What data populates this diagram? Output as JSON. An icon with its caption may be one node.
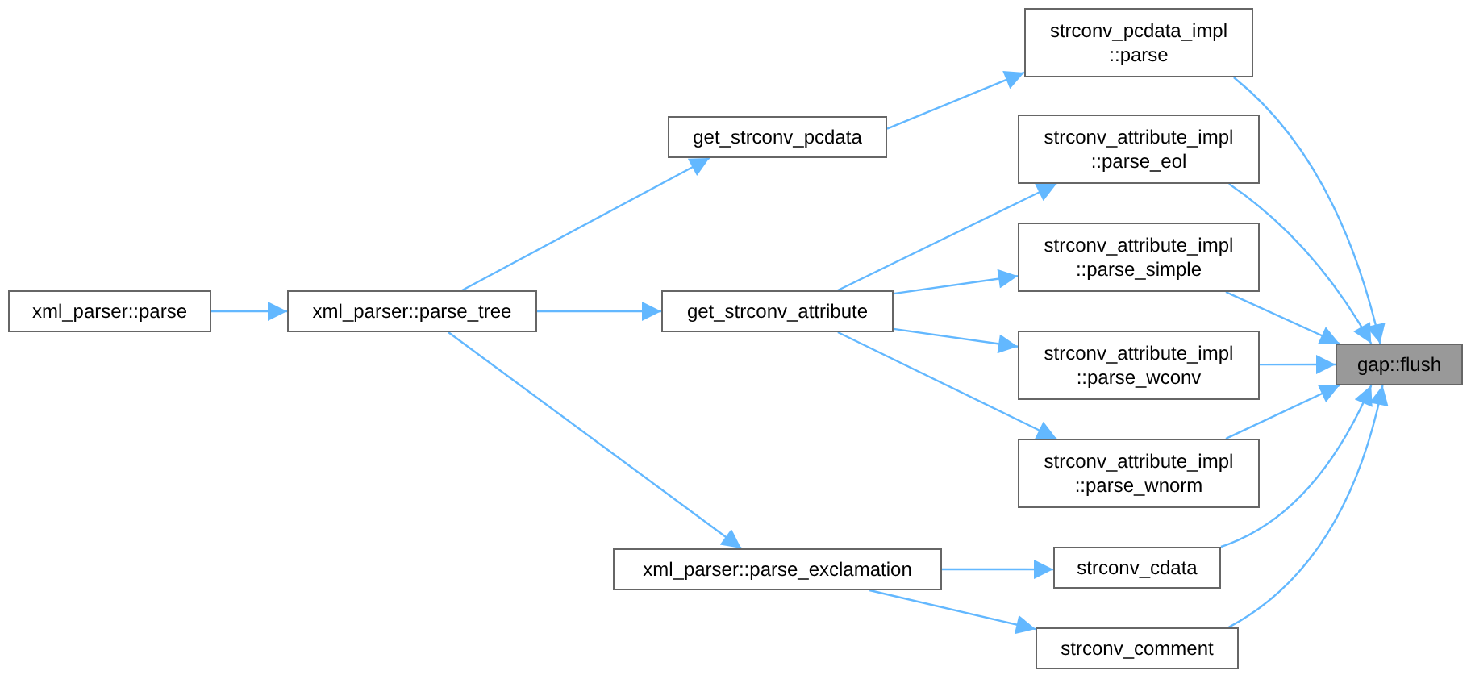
{
  "diagram": {
    "nodes": [
      {
        "text": [
          "xml_parser::parse"
        ]
      },
      {
        "text": [
          "xml_parser::parse_tree"
        ]
      },
      {
        "text": [
          "get_strconv_pcdata"
        ]
      },
      {
        "text": [
          "get_strconv_attribute"
        ]
      },
      {
        "text": [
          "xml_parser::parse_exclamation"
        ]
      },
      {
        "text": [
          "strconv_pcdata_impl ::parse"
        ]
      },
      {
        "text": [
          "strconv_attribute_impl ::parse_eol"
        ]
      },
      {
        "text": [
          "strconv_attribute_impl ::parse_simple"
        ]
      },
      {
        "text": [
          "strconv_attribute_impl ::parse_wconv"
        ]
      },
      {
        "text": [
          "strconv_attribute_impl ::parse_wnorm"
        ]
      },
      {
        "text": [
          "strconv_cdata"
        ]
      },
      {
        "text": [
          "strconv_comment"
        ]
      },
      {
        "text": [
          "gap::flush"
        ]
      }
    ],
    "edges": [
      {
        "from": 0,
        "to": 1,
        "arrow": "to"
      },
      {
        "from": 1,
        "to": 2,
        "arrow": "to"
      },
      {
        "from": 1,
        "to": 3,
        "arrow": "to"
      },
      {
        "from": 1,
        "to": 4,
        "arrow": "to"
      },
      {
        "from": 2,
        "to": 5,
        "arrow": "to"
      },
      {
        "from": 3,
        "to": 6,
        "arrow": "to"
      },
      {
        "from": 3,
        "to": 7,
        "arrow": "to"
      },
      {
        "from": 3,
        "to": 8,
        "arrow": "to"
      },
      {
        "from": 3,
        "to": 9,
        "arrow": "to"
      },
      {
        "from": 4,
        "to": 10,
        "arrow": "to"
      },
      {
        "from": 4,
        "to": 11,
        "arrow": "to"
      },
      {
        "from": 5,
        "to": 12,
        "arrow": "to"
      },
      {
        "from": 6,
        "to": 12,
        "arrow": "to"
      },
      {
        "from": 7,
        "to": 12,
        "arrow": "to"
      },
      {
        "from": 8,
        "to": 12,
        "arrow": "to"
      },
      {
        "from": 9,
        "to": 12,
        "arrow": "to"
      },
      {
        "from": 10,
        "to": 12,
        "arrow": "to"
      },
      {
        "from": 11,
        "to": 12,
        "arrow": "to"
      }
    ]
  }
}
